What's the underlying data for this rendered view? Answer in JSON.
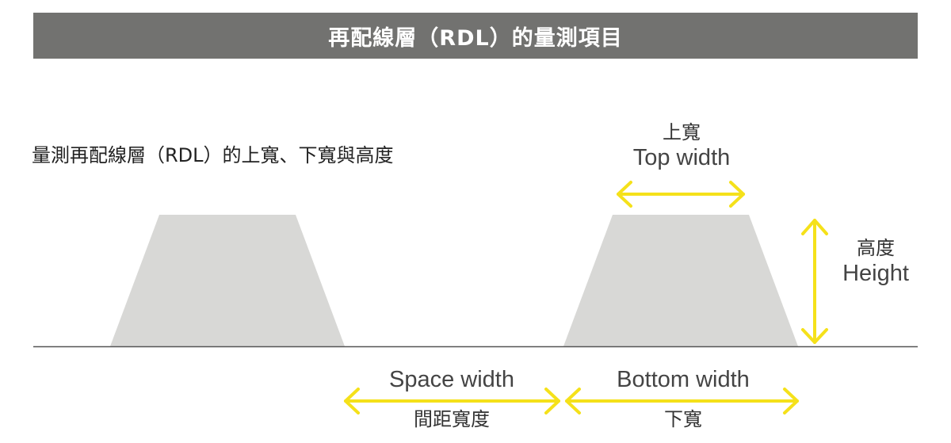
{
  "title": "再配線層（RDL）的量測項目",
  "subtitle": "量測再配線層（RDL）的上寬、下寬與高度",
  "labels": {
    "top_width_zh": "上寬",
    "top_width_en": "Top width",
    "height_zh": "高度",
    "height_en": "Height",
    "space_width_en": "Space width",
    "space_width_zh": "間距寬度",
    "bottom_width_en": "Bottom width",
    "bottom_width_zh": "下寬"
  },
  "colors": {
    "header_bg": "#727270",
    "trapezoid": "#d8d8d6",
    "arrow": "#f5e11a",
    "baseline": "#555555"
  }
}
